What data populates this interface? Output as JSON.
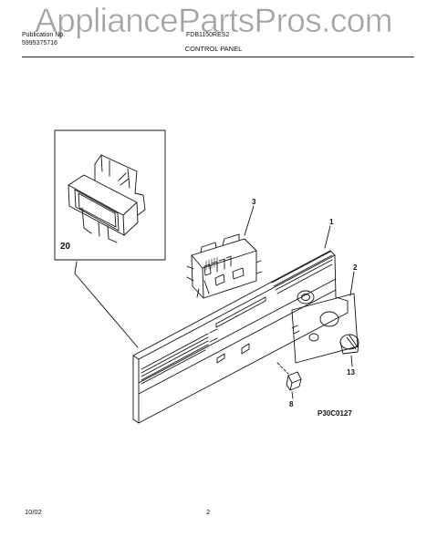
{
  "watermark": "AppliancePartsPros.com",
  "header": {
    "left_line1": "Publication No.",
    "left_line2": "5995375716",
    "model": "FDB1150RES2",
    "section_title": "CONTROL PANEL"
  },
  "callouts": {
    "inset": "20",
    "timer": "3",
    "panel": "1",
    "overlay": "2",
    "knob": "13",
    "clip": "8"
  },
  "diagram_code": "P30C0127",
  "footer": {
    "date": "10/02",
    "page": "2"
  }
}
